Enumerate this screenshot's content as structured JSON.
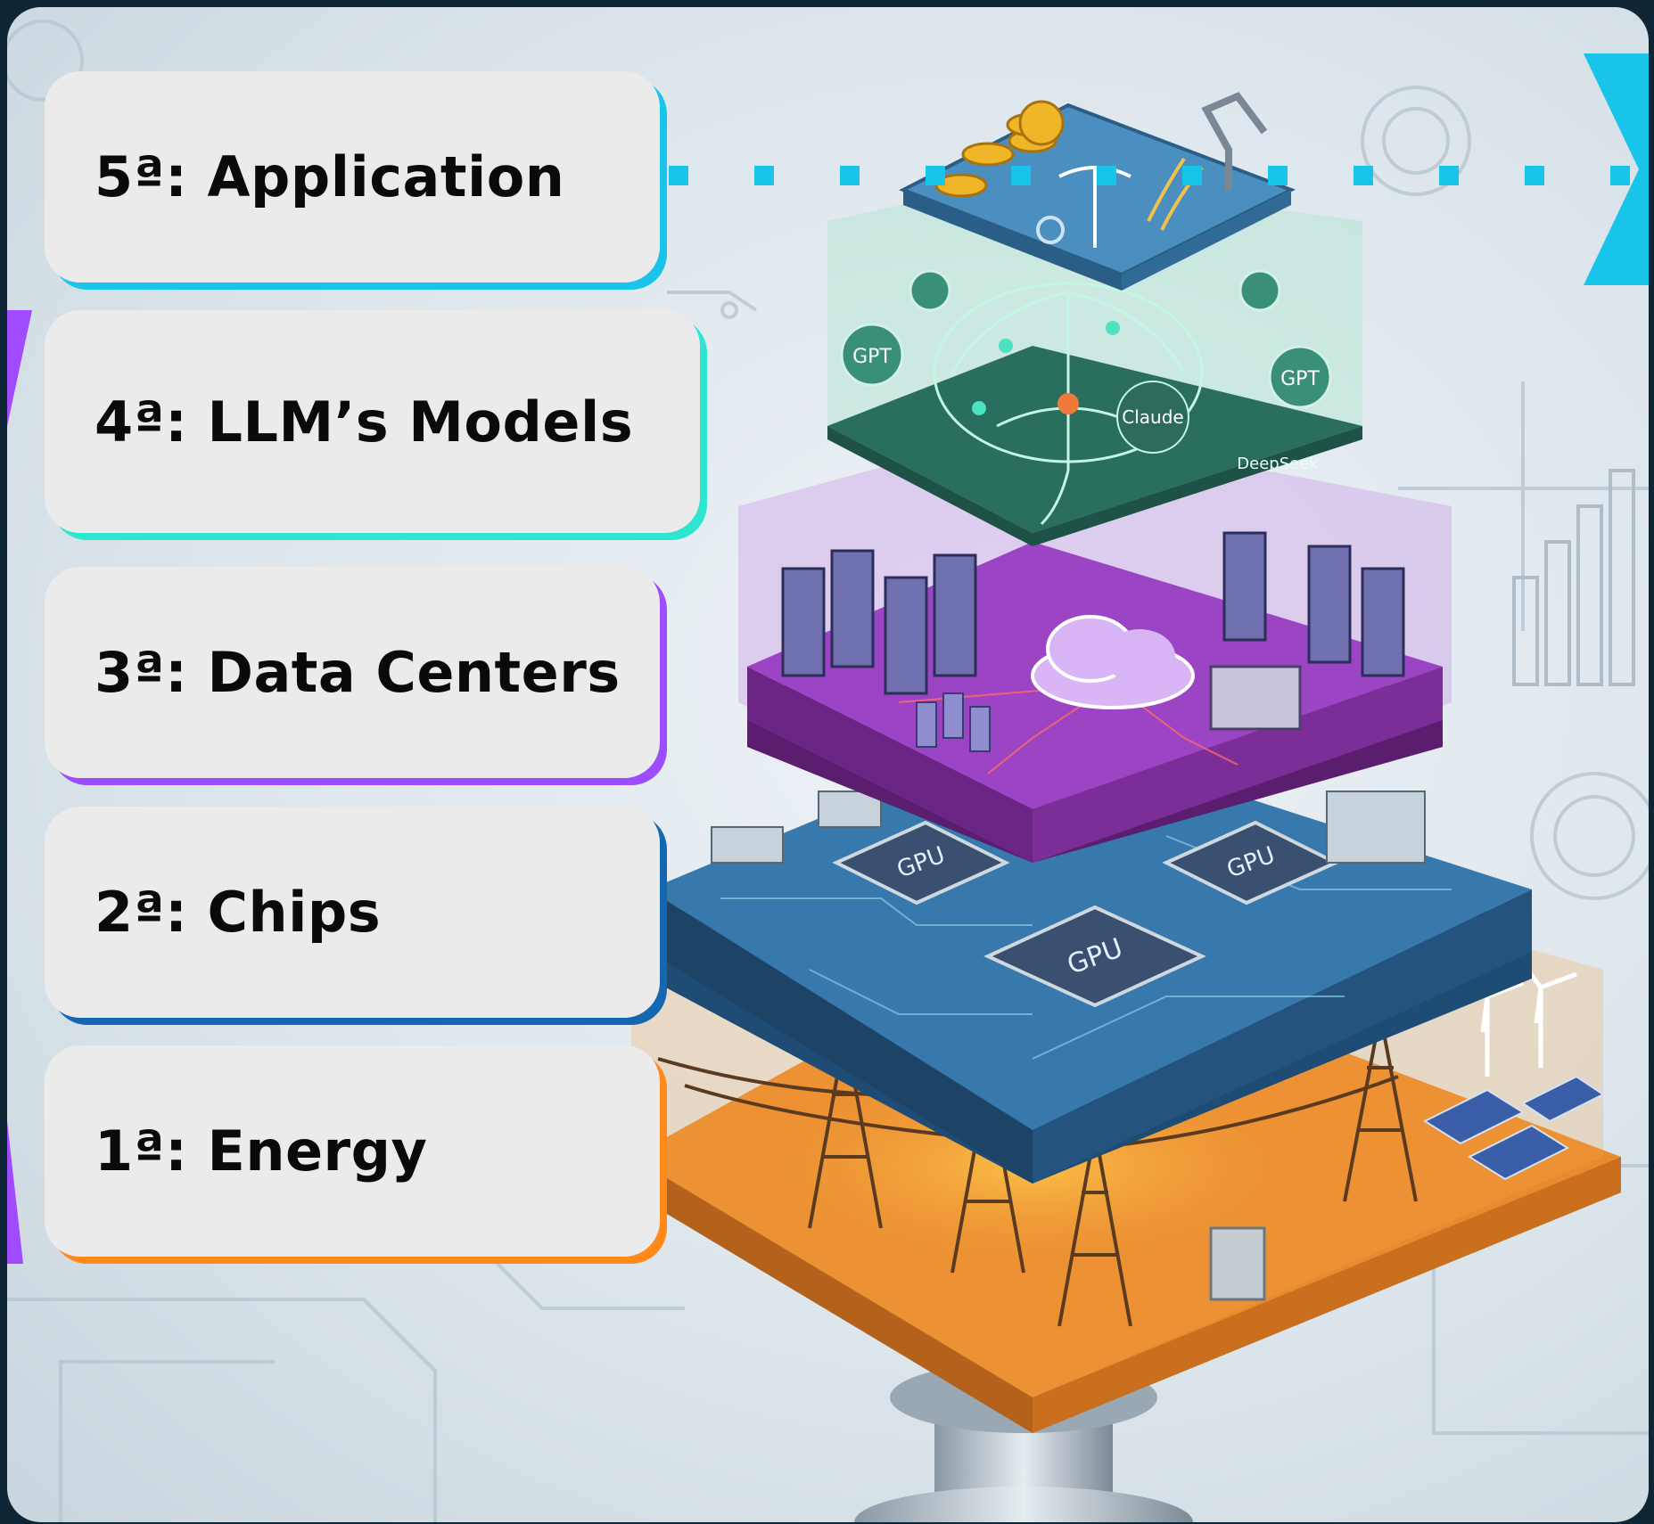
{
  "layers": [
    {
      "id": "5",
      "label": "5ª: Application",
      "accent": "#19c4ea"
    },
    {
      "id": "4",
      "label": "4ª: LLM’s Models",
      "accent": "#2ee6cf"
    },
    {
      "id": "3",
      "label": "3ª: Data Centers",
      "accent": "#9b4dff"
    },
    {
      "id": "2",
      "label": "2ª: Chips",
      "accent": "#1467b0"
    },
    {
      "id": "1",
      "label": "1ª: Energy",
      "accent": "#ff8a1a"
    }
  ],
  "artwork_labels": {
    "gpt_left": "GPT",
    "gpt_right": "GPT",
    "claude": "Claude",
    "deepseek": "DeepSeek",
    "gpu_left": "GPU",
    "gpu_right": "GPU",
    "gpu_center": "GPU"
  },
  "colors": {
    "energy_layer": "#e98a2c",
    "chips_layer": "#2f6fa4",
    "datacenter_layer": "#a347c7",
    "llm_layer": "#3bb394",
    "application_layer": "#4a8fc0",
    "connector": "#19c4ea",
    "side_accent": "#a04bff"
  }
}
